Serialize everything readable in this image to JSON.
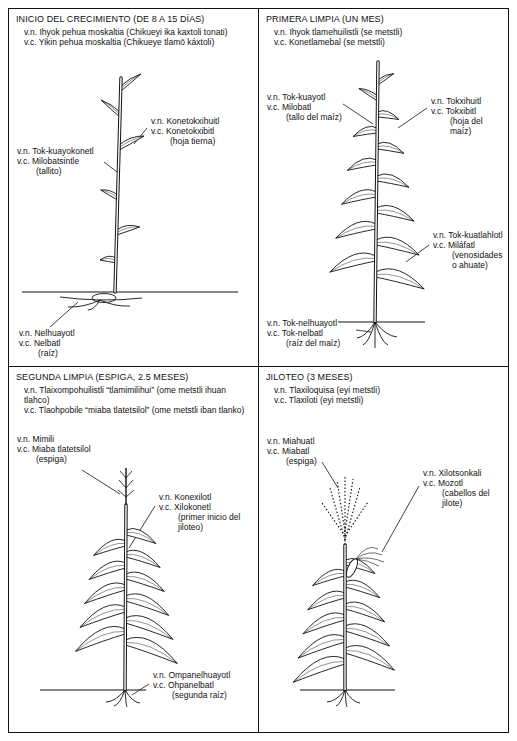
{
  "diagram": {
    "nodes": [
      {
        "text": [
          "INICIO DEL CRECIMIENTO (DE 8 A 15 DÍAS)",
          "v.n. Ihyok pehua moskaltia (Chikueyi ika kaxtoli tonati)",
          "v.c. Yikin pehua moskaltia (Chikueye tlamō káxtoli)"
        ]
      },
      {
        "text": [
          "PRIMERA LIMPIA (UN MES)",
          "v.n. Ihyok tlamehuilistli (se metstli)",
          "v.c. Konetlamebal (se metstli)"
        ]
      },
      {
        "text": [
          "SEGUNDA LIMPIA (ESPIGA, 2.5 MESES)",
          "v.n. Tlaixompohuilistli “tlamimilihui” (ome metstli ihuan tlahco)",
          "v.c. Tlaohpobile “miaba tlatetsilol” (ome metstli iban tlanko)"
        ]
      },
      {
        "text": [
          "JILOTEO (3 MESES)",
          "v.n. Tlaxiloquisa (eyi metstli)",
          "v.c. Tlaxiloti (eyi metstli)"
        ]
      }
    ],
    "labels": [
      "v.n. Tok-kuayokonetl",
      "v.c. Milobatsintle",
      "(tallito)",
      "v.n. Konetokxihuitl",
      "v.c. Konetokxibitl",
      "(hoja tierna)",
      "v.n. Nelhuayotl",
      "v.c. Nelbatl",
      "(raíz)",
      "v.n. Tok-kuayotl",
      "v.c. Milobatl",
      "(tallo del maíz)",
      "v.n. Tokxihuitl",
      "v.c. Tokxibitl",
      "(hoja del maíz)",
      "v.n. Tok-kuatlahlotl",
      "v.c. Miláfatl",
      "(venosidades o ahuate)",
      "v.n. Tok-nelhuayotl",
      "v.c. Tok-nelbatl",
      "(raíz del maíz)",
      "v.n. Mimili",
      "v.c. Miaba tlatetsilol",
      "(espiga)",
      "v.n. Konexilotl",
      "v.c. Xilokonetl",
      "(primer inicio del jiloteo)",
      "v.n. Ompanelhuayotl",
      "v.c. Ohpanelbatl",
      "(segunda raíz)",
      "v.n. Miahuatl",
      "v.c. Miabatl",
      "(espiga)",
      "v.n. Xilotsonkali",
      "v.c. Mozotl",
      "(cabellos del jilote)"
    ]
  }
}
